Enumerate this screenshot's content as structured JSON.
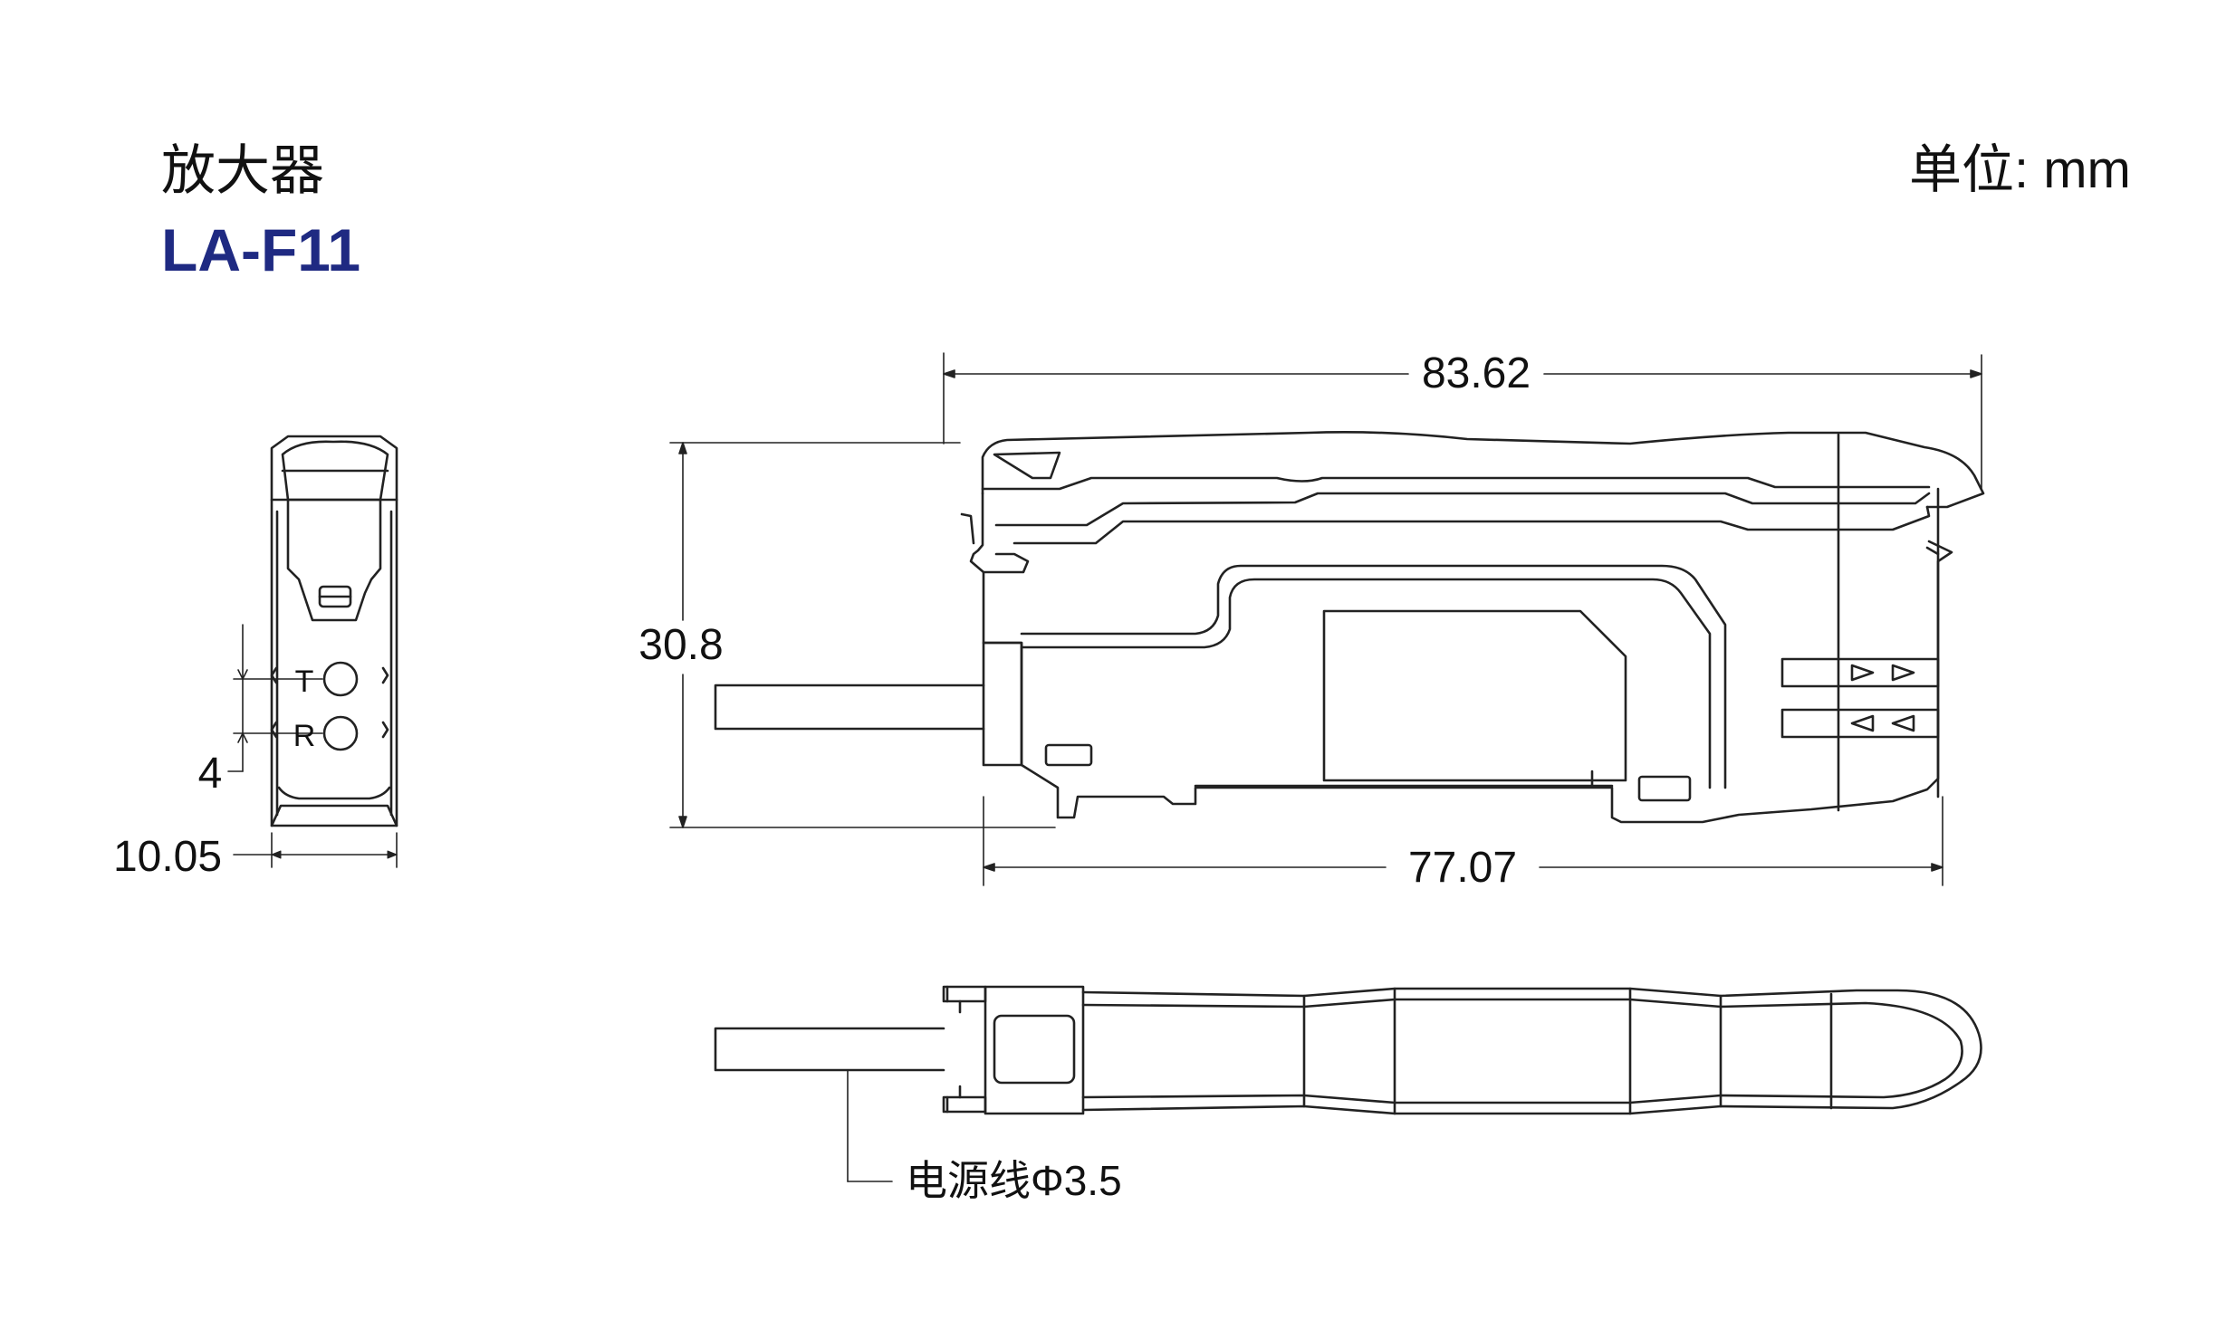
{
  "header": {
    "title": "放大器",
    "model": "LA-F11",
    "unit": "单位: mm"
  },
  "colors": {
    "model": "#1f2a82",
    "line": "#222222",
    "text": "#111111"
  },
  "dimensions": {
    "overall_length": "83.62",
    "body_length": "77.07",
    "height": "30.8",
    "led_pitch": "4",
    "width": "10.05",
    "cable_label": "电源线Φ3.5"
  },
  "front_view": {
    "led_top": "T",
    "led_bottom": "R"
  }
}
